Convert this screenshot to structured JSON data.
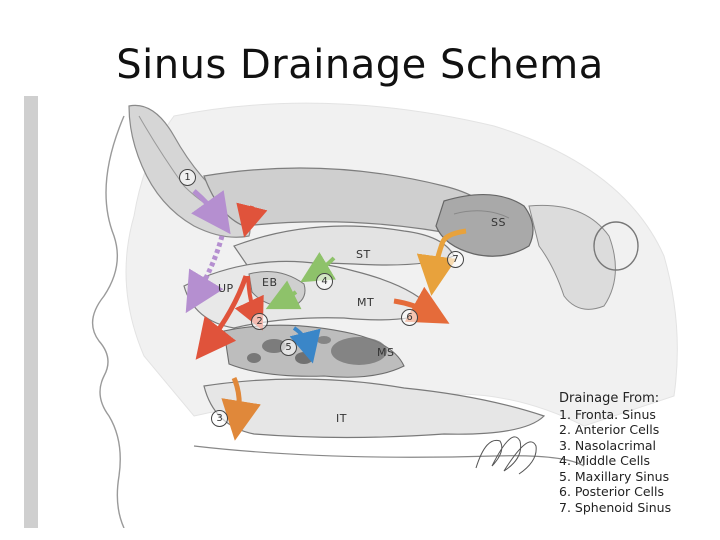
{
  "slide": {
    "title": "Sinus Drainage Schema"
  },
  "diagram": {
    "labels": {
      "ss": "SS",
      "st": "ST",
      "eb": "EB",
      "up": "UP",
      "mt": "MT",
      "ms": "MS",
      "it": "IT"
    },
    "markers": [
      "1",
      "2",
      "3",
      "4",
      "5",
      "6",
      "7"
    ],
    "arrow_colors": {
      "frontal_sinus": "#b58fd0",
      "anterior_cells": "#e0533b",
      "nasolacrimal": "#e0883a",
      "middle_cells": "#8ec26a",
      "maxillary_sinus": "#3a86c8",
      "posterior_cells": "#e56b3a",
      "sphenoid_sinus": "#e8a23c"
    }
  },
  "legend": {
    "title": "Drainage From:",
    "items": [
      "1. Fronta. Sinus",
      "2. Anterior Cells",
      "3. Nasolacrimal",
      "4. Middle Cells",
      "5. Maxillary Sinus",
      "6. Posterior Cells",
      "7. Sphenoid Sinus"
    ]
  }
}
